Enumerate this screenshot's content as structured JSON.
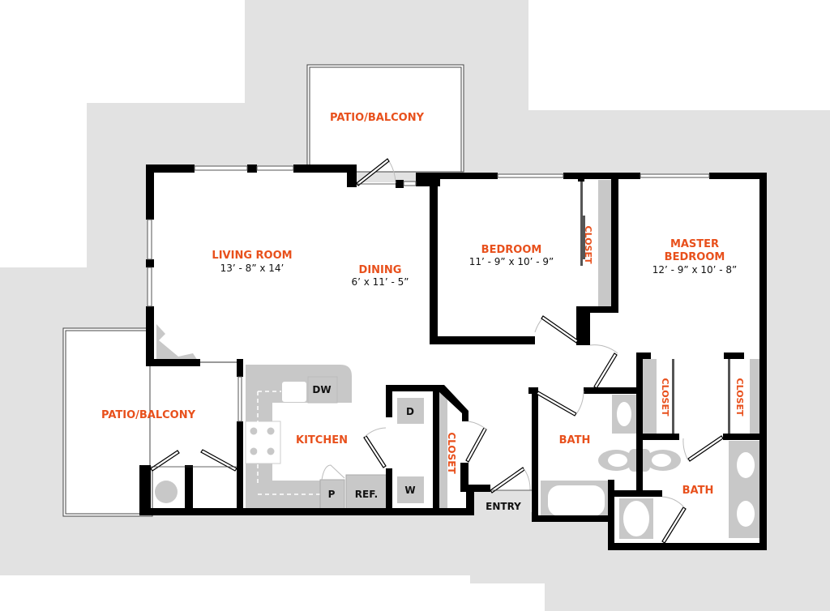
{
  "plan": {
    "colors": {
      "label": "#e8501c",
      "wall": "#000000",
      "fixture": "#c8c8c8",
      "site": "#e2e2e2"
    },
    "rooms": {
      "patio_top": {
        "name": "PATIO/BALCONY"
      },
      "patio_left": {
        "name": "PATIO/BALCONY"
      },
      "living": {
        "name": "LIVING ROOM",
        "dims": "13’ - 8” x 14’"
      },
      "dining": {
        "name": "DINING",
        "dims": "6’ x 11’ - 5”"
      },
      "bedroom": {
        "name": "BEDROOM",
        "dims": "11’ - 9” x 10’ - 9”"
      },
      "bedroom_closet": {
        "name": "CLOSET"
      },
      "master": {
        "name_line1": "MASTER",
        "name_line2": "BEDROOM",
        "dims": "12’ - 9” x 10’ - 8”"
      },
      "kitchen": {
        "name": "KITCHEN"
      },
      "hall_closet": {
        "name": "CLOSET"
      },
      "bath1": {
        "name": "BATH"
      },
      "bath2": {
        "name": "BATH"
      },
      "closet_a": {
        "name": "CLOSET"
      },
      "closet_b": {
        "name": "CLOSET"
      },
      "entry": {
        "name": "ENTRY"
      }
    },
    "appliances": {
      "dishwasher": "DW",
      "pantry": "P",
      "refrigerator": "REF.",
      "dryer": "D",
      "washer": "W"
    }
  }
}
